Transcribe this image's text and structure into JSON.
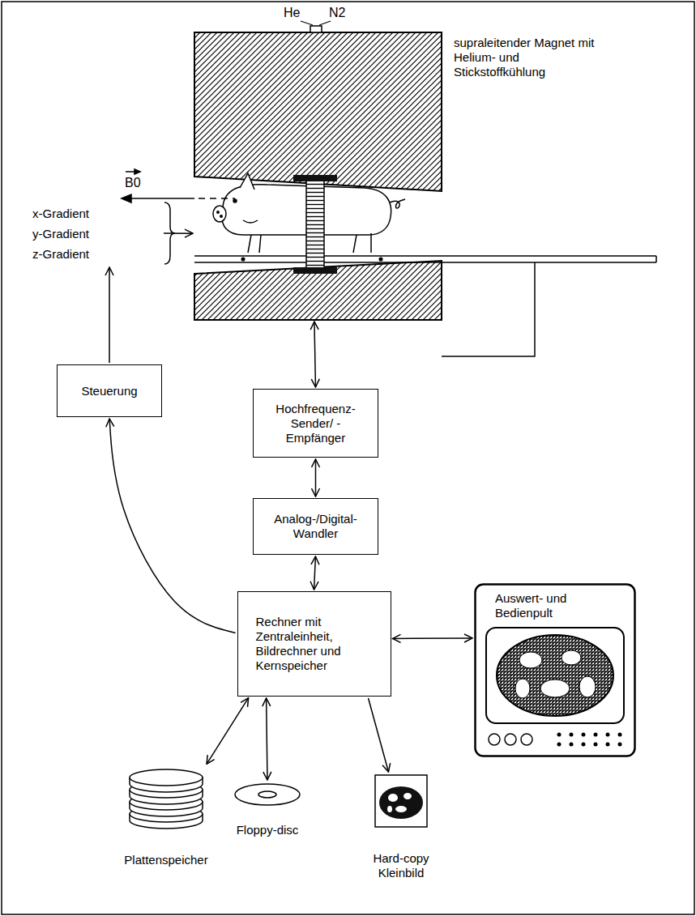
{
  "diagram": {
    "nodes": [
      {
        "text": [
          "supraleitender Magnet mit Helium- und Stickstoffkühlung"
        ]
      },
      {
        "text": [
          "x-Gradient",
          "y-Gradient",
          "z-Gradient"
        ]
      },
      {
        "text": [
          "Steuerung"
        ]
      },
      {
        "text": [
          "Hochfrequenz- Sender/ -Empfänger"
        ]
      },
      {
        "text": [
          "Analog-/Digital- Wandler"
        ]
      },
      {
        "text": [
          "Rechner mit Zentraleinheit, Bildrechner und Kernspeicher"
        ]
      },
      {
        "text": [
          "Auswert- und Bedienpult"
        ]
      },
      {
        "text": [
          "Plattenspeicher"
        ]
      },
      {
        "text": [
          "Floppy-disc"
        ]
      },
      {
        "text": [
          "Hard-copy Kleinbild"
        ]
      }
    ],
    "edges": [
      {
        "from": 1,
        "to": 0,
        "arrow": "to"
      },
      {
        "from": 2,
        "to": 1,
        "arrow": "to"
      },
      {
        "from": 5,
        "to": 2,
        "arrow": "to"
      },
      {
        "from": 0,
        "to": 3,
        "arrow": "both"
      },
      {
        "from": 3,
        "to": 4,
        "arrow": "both"
      },
      {
        "from": 4,
        "to": 5,
        "arrow": "both"
      },
      {
        "from": 5,
        "to": 6,
        "arrow": "both"
      },
      {
        "from": 5,
        "to": 7,
        "arrow": "both"
      },
      {
        "from": 5,
        "to": 8,
        "arrow": "both"
      },
      {
        "from": 5,
        "to": 9,
        "arrow": "to"
      }
    ],
    "labels": [
      "He",
      "N2",
      "B0"
    ]
  }
}
